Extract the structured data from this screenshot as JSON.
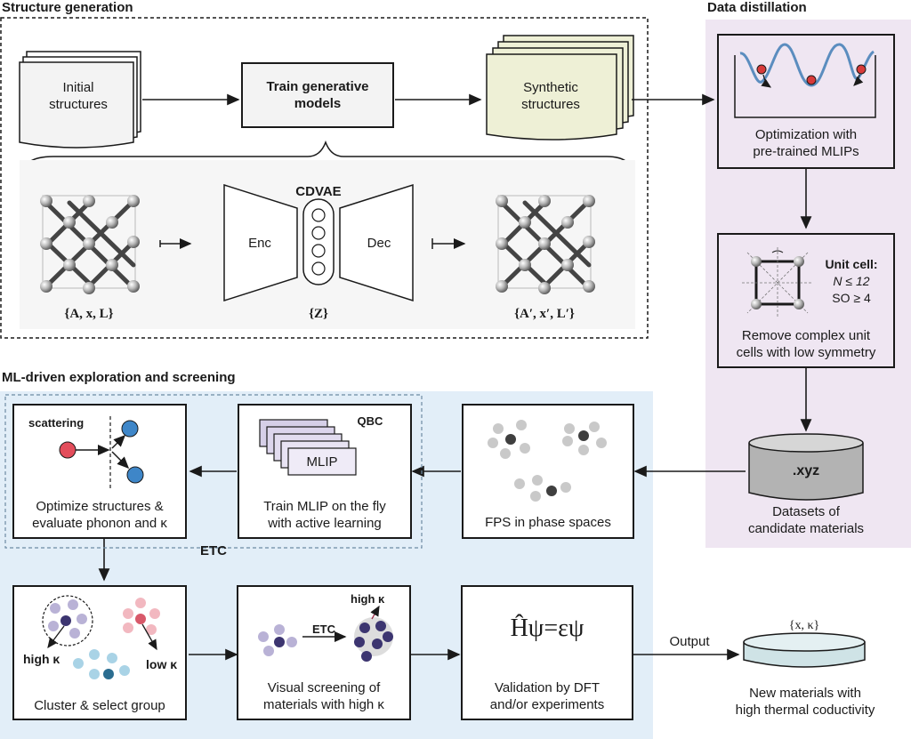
{
  "sections": {
    "structure_generation": "Structure generation",
    "data_distillation": "Data distillation",
    "ml_exploration": "ML-driven exploration and screening"
  },
  "top": {
    "initial_line1": "Initial",
    "initial_line2": "structures",
    "train_line1": "Train generative",
    "train_line2": "models",
    "synthetic_line1": "Synthetic",
    "synthetic_line2": "structures",
    "cdvae": "CDVAE",
    "enc": "Enc",
    "dec": "Dec",
    "input_label": "{A, x, L}",
    "latent_label": "{Z}",
    "output_label": "{A′, x′, L′}"
  },
  "distill": {
    "opt_line1": "Optimization with",
    "opt_line2": "pre-trained MLIPs",
    "unit_cell_title": "Unit cell:",
    "unit_cell_n": "N ≤ 12",
    "unit_cell_so": "SO ≥ 4",
    "remove_line1": "Remove complex unit",
    "remove_line2": "cells with low symmetry",
    "xyz": ".xyz",
    "datasets_line1": "Datasets of",
    "datasets_line2": "candidate materials"
  },
  "explore": {
    "scattering": "scattering",
    "optimize_line1": "Optimize structures &",
    "optimize_line2": "evaluate phonon and κ",
    "qbc": "QBC",
    "mlip": "MLIP",
    "train_mlip_line1": "Train MLIP on the fly",
    "train_mlip_line2": "with active learning",
    "fps": "FPS in phase spaces",
    "etc": "ETC",
    "high_k": "high κ",
    "low_k": "low κ",
    "cluster": "Cluster & select group",
    "etc_arrow": "ETC",
    "high_k2": "high κ",
    "visual_line1": "Visual screening of",
    "visual_line2": "materials with high κ",
    "equation": "Ĥψ=εψ",
    "validation_line1": "Validation by DFT",
    "validation_line2": "and/or experiments",
    "output": "Output",
    "final_set": "{x, κ}",
    "new_line1": "New materials with",
    "new_line2": "high thermal coductivity"
  },
  "colors": {
    "purple_bg": "#efe6f2",
    "blue_bg": "#e2eef8",
    "synthetic": "#eef0d6",
    "scatter_red": "#e34d5b",
    "scatter_blue": "#3e86c8",
    "curve": "#5b8dbf",
    "dark_node": "#3f3f3f",
    "light_node": "#c9c9c9"
  }
}
